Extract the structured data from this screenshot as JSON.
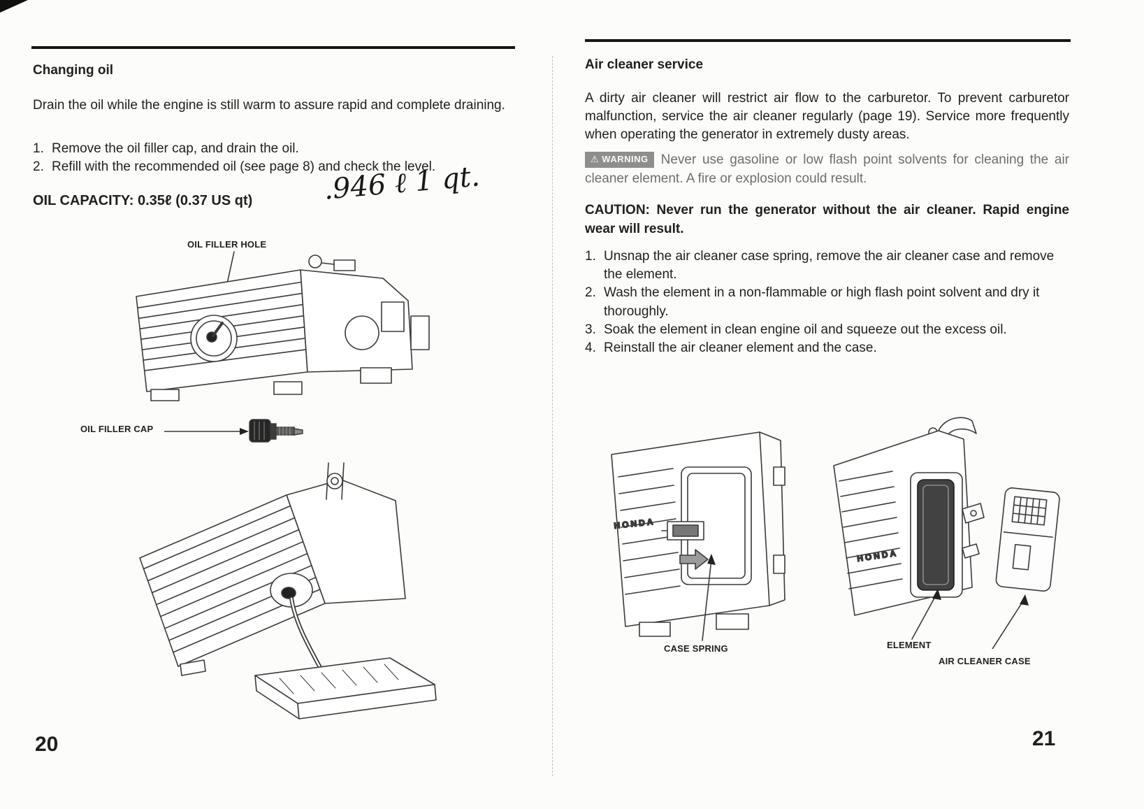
{
  "left_page": {
    "title": "Changing oil",
    "intro": "Drain the oil while the engine is still warm to assure rapid and complete draining.",
    "steps": [
      {
        "num": "1.",
        "text": "Remove the oil filler cap, and drain the oil."
      },
      {
        "num": "2.",
        "text": "Refill with the recommended oil (see page 8) and check the level."
      }
    ],
    "oil_capacity": "OIL CAPACITY: 0.35ℓ (0.37 US qt)",
    "handwritten_note": ".946 ℓ  1 qt.",
    "fig_labels": {
      "oil_filler_hole": "OIL FILLER HOLE",
      "oil_filler_cap": "OIL FILLER CAP"
    },
    "page_number": "20"
  },
  "right_page": {
    "title": "Air cleaner service",
    "intro": "A dirty air cleaner will restrict air flow to the carburetor. To prevent carburetor malfunction, service the air cleaner regularly (page 19). Service more frequently when operating the generator in extremely dusty areas.",
    "warning": {
      "icon": "⚠",
      "badge": "WARNING",
      "text": "Never use gasoline or low flash point solvents for cleaning the air cleaner element. A fire or explosion could result."
    },
    "caution": "CAUTION: Never run the generator without the air cleaner. Rapid engine wear will result.",
    "steps": [
      {
        "num": "1.",
        "text": "Unsnap the air cleaner case spring, remove the air cleaner case and remove the element."
      },
      {
        "num": "2.",
        "text": "Wash the element in a non-flammable or high flash point solvent and dry it thoroughly."
      },
      {
        "num": "3.",
        "text": "Soak the element in clean engine oil and squeeze out the excess oil."
      },
      {
        "num": "4.",
        "text": "Reinstall the air cleaner element and the case."
      }
    ],
    "fig_labels": {
      "case_spring": "CASE SPRING",
      "element": "ELEMENT",
      "air_cleaner_case": "AIR CLEANER CASE"
    },
    "page_number": "21"
  },
  "illustrations": {
    "brand_text": "HONDA"
  }
}
